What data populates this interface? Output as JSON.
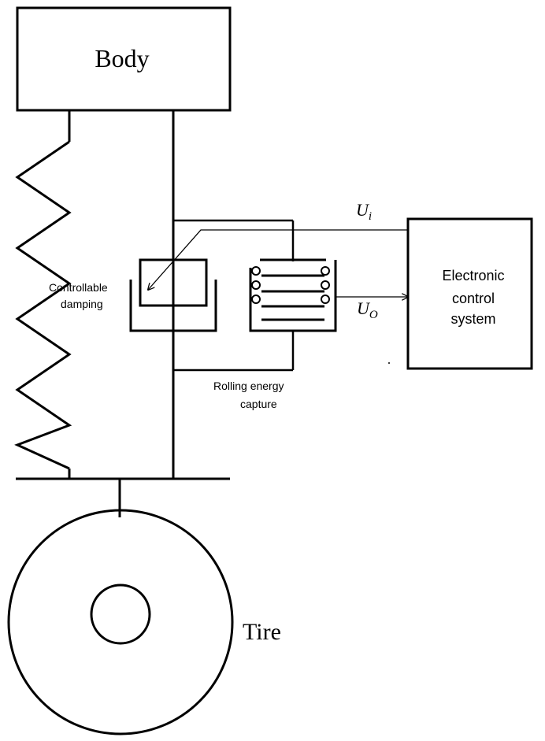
{
  "labels": {
    "body": "Body",
    "tire": "Tire",
    "damping_line1": "Controllable",
    "damping_line2": "damping",
    "energy_line1": "Rolling energy",
    "energy_line2": "capture",
    "ecs_line1": "Electronic",
    "ecs_line2": "control",
    "ecs_line3": "system",
    "ui_main": "U",
    "ui_sub": "i",
    "uo_main": "U",
    "uo_sub": "O"
  }
}
